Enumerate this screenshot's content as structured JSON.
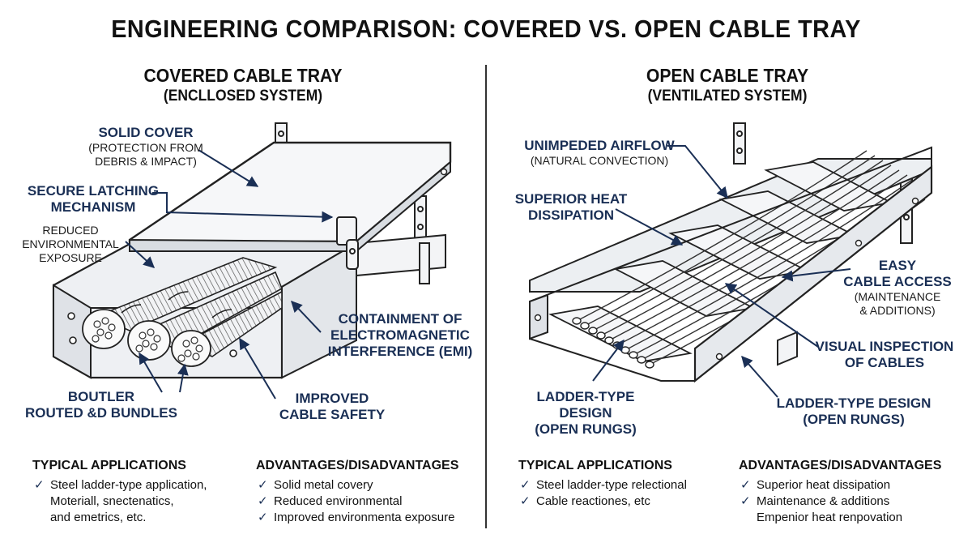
{
  "title": "ENGINEERING COMPARISON: COVERED VS. OPEN CABLE TRAY",
  "left": {
    "title": "COVERED CABLE TRAY",
    "subtitle": "(ENCLLOSED SYSTEM)",
    "callouts": {
      "solid_cover": "SOLID COVER",
      "solid_cover_note_1": "(PROTECTION FROM",
      "solid_cover_note_2": "DEBRIS & IMPACT)",
      "latch_1": "SECURE LATCHING",
      "latch_2": "MECHANISM",
      "reduced_1": "REDUCED",
      "reduced_2": "ENVIRONMENTAL",
      "reduced_3": "EXPOSURE",
      "emi_1": "CONTAINMENT OF",
      "emi_2": "ELECTROMAGNETIC",
      "emi_3": "INTERFERENCE (EMI)",
      "bundles_1": "BOUTLER",
      "bundles_2": "ROUTED &D BUNDLES",
      "safety_1": "IMPROVED",
      "safety_2": "CABLE SAFETY"
    },
    "applications": {
      "heading": "TYPICAL APPLICATIONS",
      "items": [
        "Steel ladder-type application,",
        "Moteriall, snectenatics,",
        "and emetrics, etc."
      ]
    },
    "advantages": {
      "heading": "ADVANTAGES/DISADVANTAGES",
      "items": [
        "Solid metal covery",
        "Reduced environmental",
        "Improved environmenta exposure"
      ]
    }
  },
  "right": {
    "title": "OPEN CABLE TRAY",
    "subtitle": "(VENTILATED SYSTEM)",
    "callouts": {
      "airflow_1": "UNIMPEDED AIRFLOW",
      "airflow_2": "(NATURAL CONVECTION)",
      "heat_1": "SUPERIOR HEAT",
      "heat_2": "DISSIPATION",
      "access_1": "EASY",
      "access_2": "CABLE ACCESS",
      "access_3": "(MAINTENANCE",
      "access_4": "& ADDITIONS)",
      "inspect_1": "VISUAL INSPECTION",
      "inspect_2": "OF CABLES",
      "ladder_a_1": "LADDER-TYPE DESIGN",
      "ladder_a_2": "(OPEN RUNGS)",
      "ladder_b_1": "LADDER-TYPE DESIGN",
      "ladder_b_2": "(OPEN RUNGS)"
    },
    "applications": {
      "heading": "TYPICAL APPLICATIONS",
      "items": [
        "Steel ladder-type relectional",
        "Cable reactiones, etc"
      ]
    },
    "advantages": {
      "heading": "ADVANTAGES/DISADVANTAGES",
      "items": [
        "Superior heat dissipation",
        "Maintenance & additions",
        "Empenior heat renpovation"
      ]
    }
  },
  "colors": {
    "accent": "#1a2f55",
    "ink": "#111111",
    "steel": "#e9ebee"
  }
}
